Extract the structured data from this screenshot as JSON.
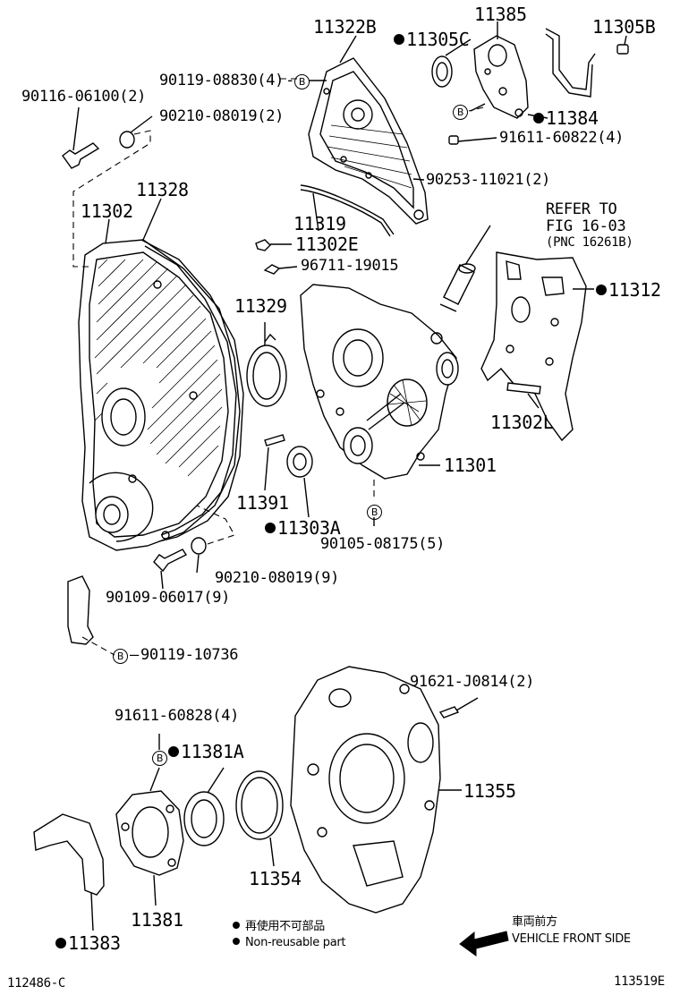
{
  "diagram": {
    "parts": {
      "p11322B": "11322B",
      "p11385": "11385",
      "p11305C": "11305C",
      "p11305B": "11305B",
      "p90119_08830": "90119-08830(4)",
      "p90116_06100": "90116-06100(2)",
      "p90210_08019_2": "90210-08019(2)",
      "p11384": "11384",
      "p91611_60822": "91611-60822(4)",
      "p90253_11021": "90253-11021(2)",
      "p11328": "11328",
      "p11302": "11302",
      "p11319": "11319",
      "refer_line1": "REFER TO",
      "refer_line2": "FIG 16-03",
      "refer_line3": "(PNC 16261B)",
      "p11302E": "11302E",
      "p96711_19015": "96711-19015",
      "p11312": "11312",
      "p11329": "11329",
      "p11302L": "11302L",
      "p11301": "11301",
      "p11391": "11391",
      "p11303A": "11303A",
      "p90105_08175": "90105-08175(5)",
      "p90210_08019_9": "90210-08019(9)",
      "p90109_06017": "90109-06017(9)",
      "p90119_10736": "90119-10736",
      "p91621_J0814": "91621-J0814(2)",
      "p91611_60828": "91611-60828(4)",
      "p11381A": "11381A",
      "p11355": "11355",
      "p11354": "11354",
      "p11381": "11381",
      "p11383": "11383"
    },
    "marker_b": "B",
    "legend": {
      "nonreusable_jp": "再使用不可部品",
      "nonreusable_en": "Non-reusable part",
      "front_jp": "車両前方",
      "front_en": "VEHICLE FRONT SIDE"
    },
    "footer": {
      "left_code": "112486-C",
      "right_code": "113519E"
    }
  }
}
